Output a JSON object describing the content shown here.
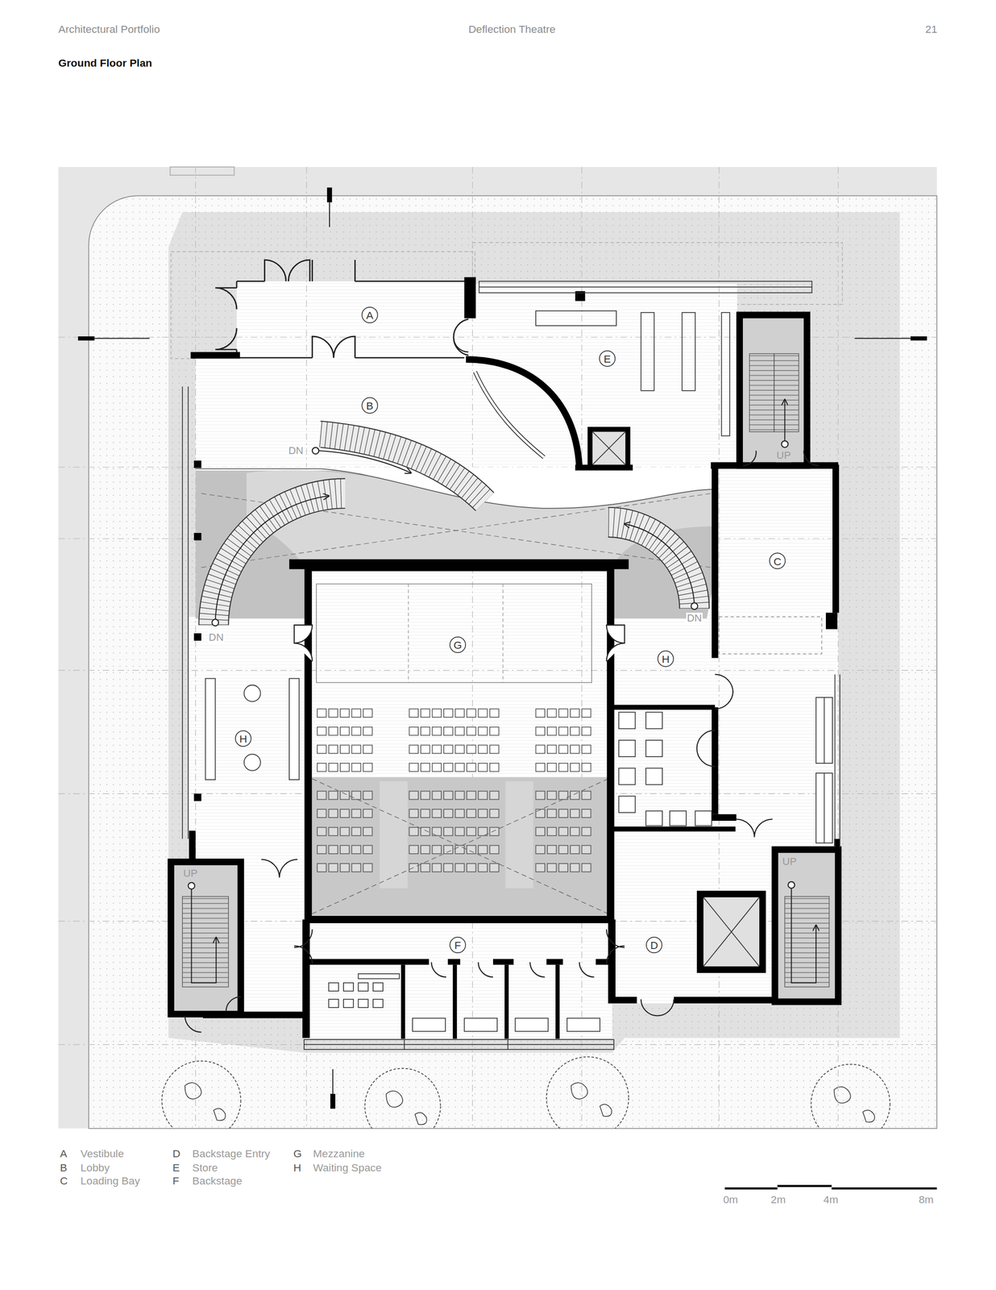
{
  "diagram": {
    "title": "Ground Floor Plan",
    "nodes": [
      {
        "text": [
          "A"
        ]
      },
      {
        "text": [
          "E"
        ]
      },
      {
        "text": [
          "B"
        ]
      },
      {
        "text": [
          "C"
        ]
      },
      {
        "text": [
          "G"
        ]
      },
      {
        "text": [
          "H"
        ]
      },
      {
        "text": [
          "H"
        ]
      },
      {
        "text": [
          "F"
        ]
      },
      {
        "text": [
          "D"
        ]
      }
    ],
    "labels": [
      "Architectural Portfolio",
      "Deflection Theatre",
      "21",
      "DN",
      "DN",
      "DN",
      "UP",
      "UP",
      "UP",
      "A",
      "Vestibule",
      "B",
      "Lobby",
      "C",
      "Loading Bay",
      "D",
      "Backstage Entry",
      "E",
      "Store",
      "F",
      "Backstage",
      "G",
      "Mezzanine",
      "H",
      "Waiting Space",
      "0m",
      "2m",
      "4m",
      "8m"
    ]
  }
}
